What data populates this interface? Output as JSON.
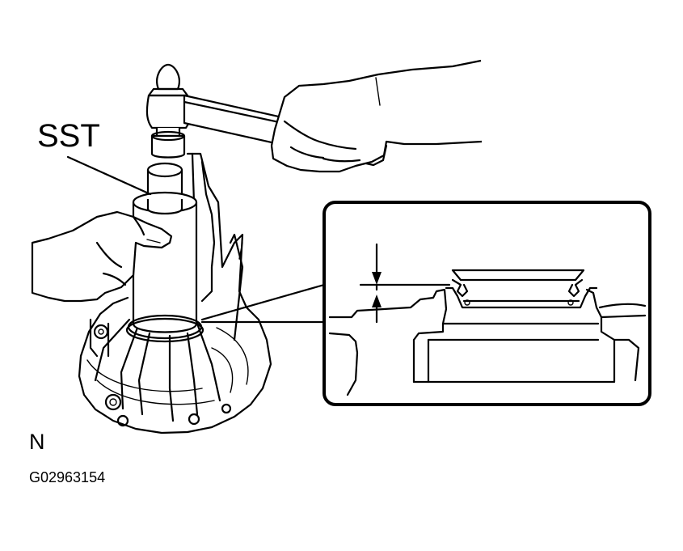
{
  "labels": {
    "sst": "SST",
    "view_letter": "N",
    "figure_code": "G02963154"
  },
  "colors": {
    "ink": "#000000",
    "paper": "#ffffff"
  }
}
